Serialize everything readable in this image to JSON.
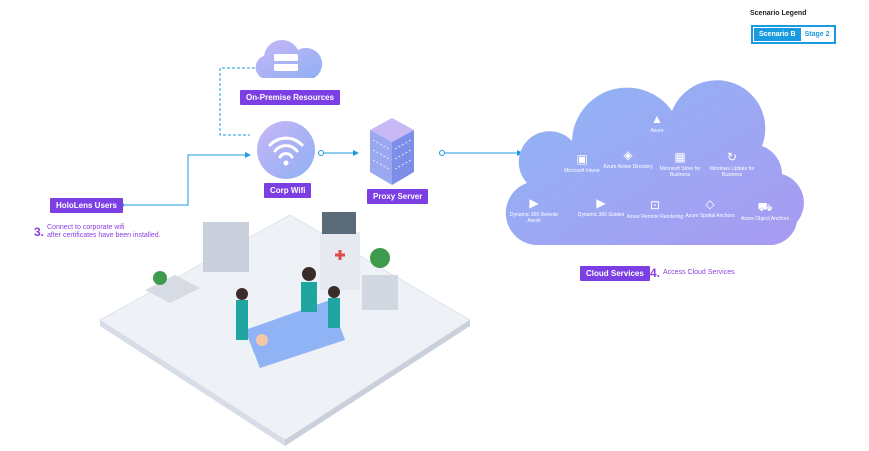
{
  "legend": {
    "title": "Scenario Legend",
    "scenario": "Scenario B",
    "stage": "Stage 2"
  },
  "nodes": {
    "on_premise": "On-Premise Resources",
    "corp_wifi": "Corp Wifi",
    "proxy": "Proxy Server",
    "hololens": "HoloLens Users",
    "cloud": "Cloud Services"
  },
  "steps": [
    {
      "num": "3.",
      "line1": "Connect to corporate wifi",
      "line2": "after certificates have been installed."
    },
    {
      "num": "4.",
      "line1": "Access Cloud Services"
    }
  ],
  "cloud_services": [
    {
      "label": "Azure",
      "icon": "azure-icon"
    },
    {
      "label": "Microsoft Intune",
      "icon": "intune-icon"
    },
    {
      "label": "Azure Active Directory",
      "icon": "active-directory-icon"
    },
    {
      "label": "Microsoft Store for Business",
      "icon": "store-icon"
    },
    {
      "label": "Windows Update for Business",
      "icon": "update-icon"
    },
    {
      "label": "Dynamic 365 Remote Assist",
      "icon": "dynamics-icon"
    },
    {
      "label": "Dynamic 365 Guides",
      "icon": "dynamics-icon"
    },
    {
      "label": "Azure Remote Rendering",
      "icon": "rendering-icon"
    },
    {
      "label": "Azure Spatial Anchors",
      "icon": "anchors-icon"
    },
    {
      "label": "Azure Object Anchors",
      "icon": "object-anchors-icon"
    }
  ],
  "colors": {
    "tag": "#7b3fe4",
    "line": "#1a9be0",
    "accent": "#8a3fe0"
  }
}
